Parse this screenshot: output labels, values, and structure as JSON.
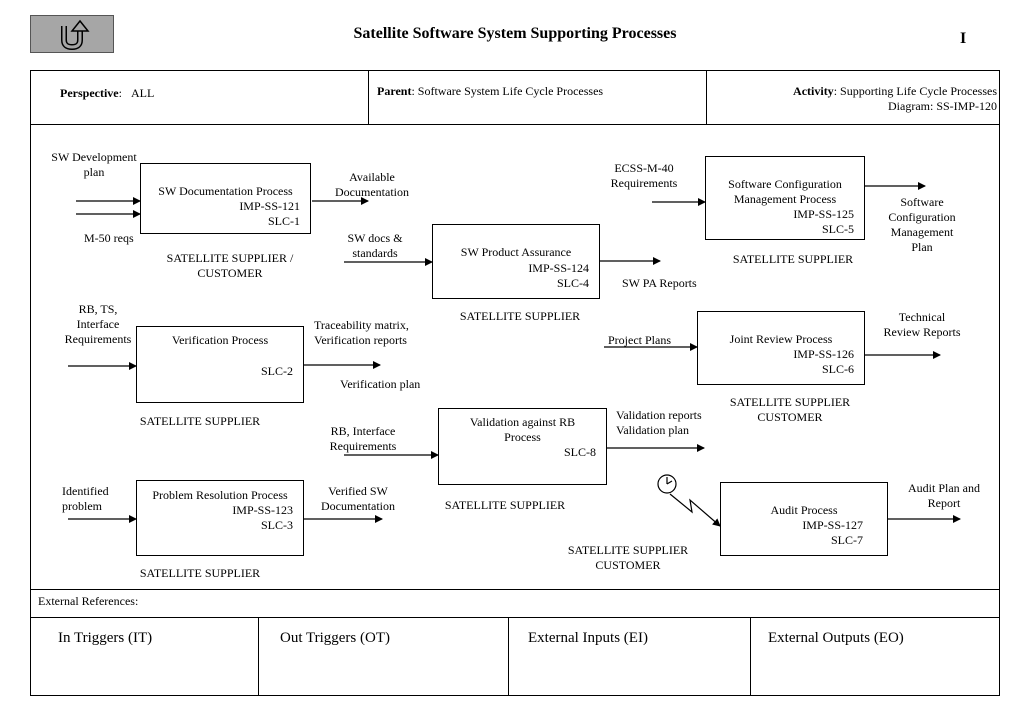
{
  "header": {
    "title": "Satellite Software System Supporting Processes",
    "page_number": "I",
    "up_button_icon": "u-turn-up-arrow-icon"
  },
  "info_bar": {
    "perspective_label": "Perspective",
    "perspective_sep": ":",
    "perspective_value": "ALL",
    "parent_label": "Parent",
    "parent_value": ": Software System  Life Cycle Processes",
    "activity_label": "Activity",
    "activity_value": ": Supporting Life Cycle Processes",
    "diagram": "Diagram: SS-IMP-120"
  },
  "processes": {
    "doc": {
      "name": "SW Documentation Process",
      "id": "IMP-SS-121",
      "slc": "SLC-1",
      "owner1": "SATELLITE SUPPLIER /",
      "owner2": "CUSTOMER"
    },
    "pa": {
      "name": "SW  Product Assurance",
      "id": "IMP-SS-124",
      "slc": "SLC-4",
      "owner": "SATELLITE SUPPLIER"
    },
    "cfg": {
      "name1": "Software Configuration",
      "name2": "Management Process",
      "id": "IMP-SS-125",
      "slc": "SLC-5",
      "owner": "SATELLITE SUPPLIER"
    },
    "ver": {
      "name": "Verification Process",
      "slc": "SLC-2",
      "owner": "SATELLITE SUPPLIER"
    },
    "jr": {
      "name": "Joint Review Process",
      "id": "IMP-SS-126",
      "slc": "SLC-6",
      "owner1": "SATELLITE SUPPLIER",
      "owner2": "CUSTOMER"
    },
    "val": {
      "name1": "Validation against RB",
      "name2": "Process",
      "slc": "SLC-8",
      "owner": "SATELLITE SUPPLIER"
    },
    "pr": {
      "name": "Problem Resolution Process",
      "id": "IMP-SS-123",
      "slc": "SLC-3",
      "owner": "SATELLITE SUPPLIER"
    },
    "audit": {
      "name": "Audit Process",
      "id": "IMP-SS-127",
      "slc": "SLC-7",
      "owner1": "SATELLITE SUPPLIER",
      "owner2": "CUSTOMER"
    }
  },
  "flows": {
    "sw_dev_plan_1": "SW Development",
    "sw_dev_plan_2": "plan",
    "m50": "M-50 reqs",
    "avail_doc_1": "Available",
    "avail_doc_2": "Documentation",
    "sw_docs_1": "SW docs &",
    "sw_docs_2": "standards",
    "sw_pa_reports": "SW PA Reports",
    "ecss_1": "ECSS-M-40",
    "ecss_2": "Requirements",
    "scm_plan_1": "Software",
    "scm_plan_2": "Configuration",
    "scm_plan_3": "Management",
    "scm_plan_4": "Plan",
    "rb_ts_1": "RB, TS,",
    "rb_ts_2": "Interface",
    "rb_ts_3": "Requirements",
    "trace_1": "Traceability matrix,",
    "trace_2": "Verification  reports",
    "ver_plan": "Verification plan",
    "project_plans": "Project Plans",
    "tech_rev_1": "Technical",
    "tech_rev_2": "Review Reports",
    "rb_if_1": "RB, Interface",
    "rb_if_2": "Requirements",
    "val_rep_1": "Validation  reports",
    "val_rep_2": "Validation  plan",
    "ident_1": "Identified",
    "ident_2": "problem",
    "verified_1": "Verified SW",
    "verified_2": "Documentation",
    "audit_plan_1": "Audit Plan and",
    "audit_plan_2": "Report"
  },
  "footer": {
    "external_refs": "External References:",
    "in_triggers": "In Triggers (IT)",
    "out_triggers": "Out Triggers (OT)",
    "ext_inputs": "External Inputs (EI)",
    "ext_outputs": "External Outputs (EO)"
  }
}
